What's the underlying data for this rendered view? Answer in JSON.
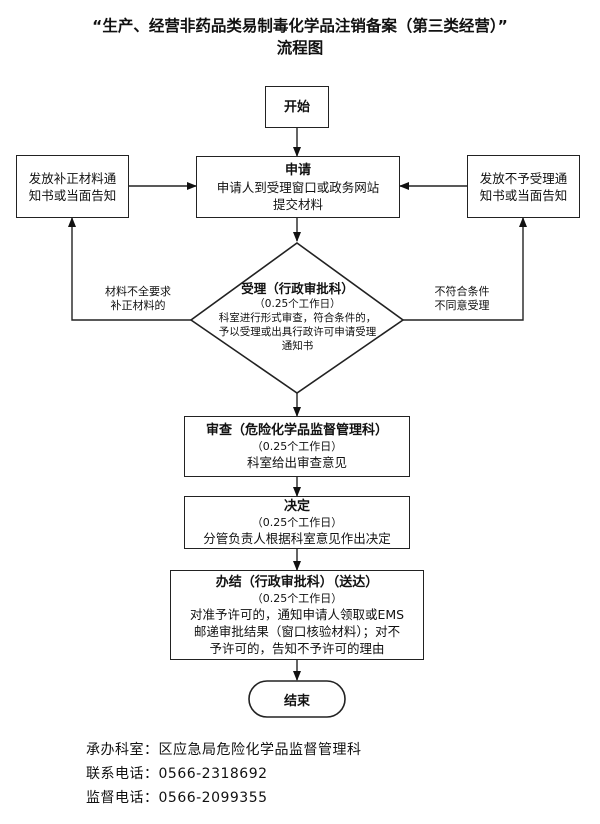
{
  "title": {
    "line1": "“生产、经营非药品类易制毒化学品注销备案（第三类经营）”",
    "line2": "流程图"
  },
  "nodes": {
    "start": "开始",
    "apply": {
      "heading": "申请",
      "lines": [
        "申请人到受理窗口或政务网站",
        "提交材料"
      ]
    },
    "left_notice": {
      "lines": [
        "发放补正材料通",
        "知书或当面告知"
      ]
    },
    "right_notice": {
      "lines": [
        "发放不予受理通",
        "知书或当面告知"
      ]
    },
    "accept": {
      "heading": "受理（行政审批科）",
      "time": "（0.25个工作日）",
      "lines": [
        "科室进行形式审查，符合条件的，",
        "予以受理或出具行政许可申请受理",
        "通知书"
      ]
    },
    "review": {
      "heading": "审查（危险化学品监督管理科）",
      "time": "（0.25个工作日）",
      "lines": [
        "科室给出审查意见"
      ]
    },
    "decision": {
      "heading": "决定",
      "time": "（0.25个工作日）",
      "lines": [
        "分管负责人根据科室意见作出决定"
      ]
    },
    "finish": {
      "heading": "办结（行政审批科）（送达）",
      "time": "（0.25个工作日）",
      "lines": [
        "对准予许可的，通知申请人领取或EMS",
        "邮递审批结果（窗口核验材料）；对不",
        "予许可的，告知不予许可的理由"
      ]
    },
    "end": "结束"
  },
  "edge_labels": {
    "left": [
      "材料不全要求",
      "补正材料的"
    ],
    "right": [
      "不符合条件",
      "不同意受理"
    ]
  },
  "footer": {
    "office": "承办科室：区应急局危险化学品监督管理科",
    "contact": "联系电话：0566-2318692",
    "supervise": "监督电话：0566-2099355"
  }
}
